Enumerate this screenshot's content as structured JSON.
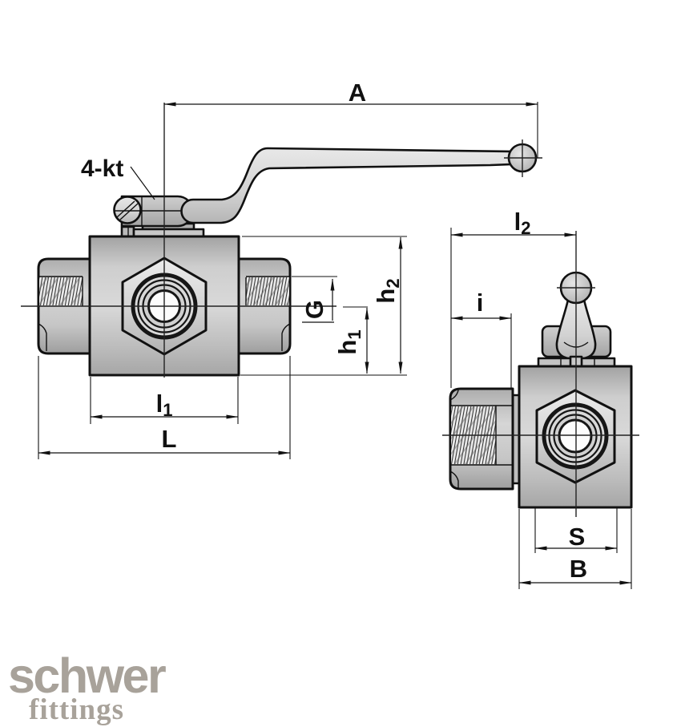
{
  "drawing": {
    "description": "Technical line drawing of a 3-way ball valve with long lever handle, front view and side view, with dimension callouts",
    "dimensions": {
      "A": "A",
      "square_drive_note": "4-kt",
      "G": "G",
      "h1": {
        "base": "h",
        "sub": "1"
      },
      "h2": {
        "base": "h",
        "sub": "2"
      },
      "l1": {
        "base": "l",
        "sub": "1"
      },
      "L": "L",
      "l2": {
        "base": "l",
        "sub": "2"
      },
      "i": "i",
      "S": "S",
      "B": "B"
    }
  },
  "logo": {
    "brand": "schwer",
    "tagline": "fittings",
    "color": "#a8a29a"
  },
  "colors": {
    "background": "#ffffff",
    "line": "#111111",
    "metal_light": "#dcdcdc",
    "metal_mid": "#c2c2c2",
    "metal_dark": "#9c9c9c",
    "bore": "#fcfcfc"
  }
}
